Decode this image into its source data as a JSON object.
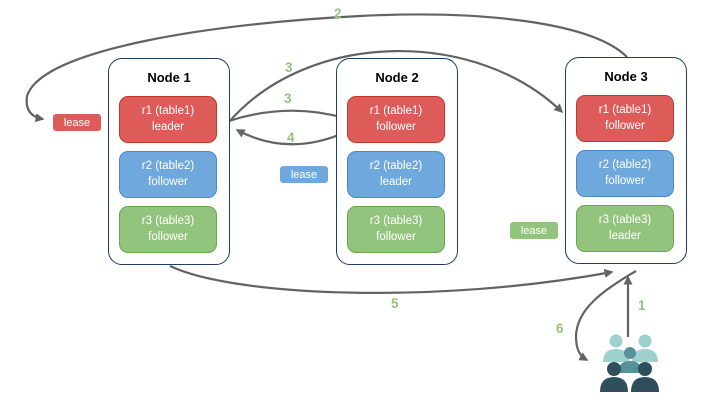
{
  "diagram": {
    "arrow_color": "#636363",
    "step_label_color": "#93c47d",
    "node_border_color": "#1f3c63",
    "steps": {
      "s1": "1",
      "s2": "2",
      "s3a": "3",
      "s3b": "3",
      "s4": "4",
      "s5": "5",
      "s6": "6"
    },
    "nodes": [
      {
        "title": "Node 1",
        "replicas": [
          {
            "name": "r1 (table1)",
            "role": "leader",
            "color": "red"
          },
          {
            "name": "r2 (table2)",
            "role": "follower",
            "color": "blue"
          },
          {
            "name": "r3 (table3)",
            "role": "follower",
            "color": "green"
          }
        ]
      },
      {
        "title": "Node 2",
        "replicas": [
          {
            "name": "r1 (table1)",
            "role": "follower",
            "color": "red"
          },
          {
            "name": "r2 (table2)",
            "role": "leader",
            "color": "blue"
          },
          {
            "name": "r3 (table3)",
            "role": "follower",
            "color": "green"
          }
        ]
      },
      {
        "title": "Node 3",
        "replicas": [
          {
            "name": "r1 (table1)",
            "role": "follower",
            "color": "red"
          },
          {
            "name": "r2 (table2)",
            "role": "follower",
            "color": "blue"
          },
          {
            "name": "r3 (table3)",
            "role": "leader",
            "color": "green"
          }
        ]
      }
    ],
    "leases": [
      {
        "label": "lease",
        "color": "red"
      },
      {
        "label": "lease",
        "color": "blue"
      },
      {
        "label": "lease",
        "color": "green"
      }
    ],
    "palette": {
      "red_bg": "#dd5c5a",
      "red_border": "#c0392b",
      "blue_bg": "#6fa8dc",
      "blue_border": "#4a86c8",
      "green_bg": "#93c47d",
      "green_border": "#6aa84f"
    },
    "users_icon_colors": {
      "light": "#9cd1ce",
      "medium": "#57909b",
      "dark": "#2e4e5c"
    }
  }
}
